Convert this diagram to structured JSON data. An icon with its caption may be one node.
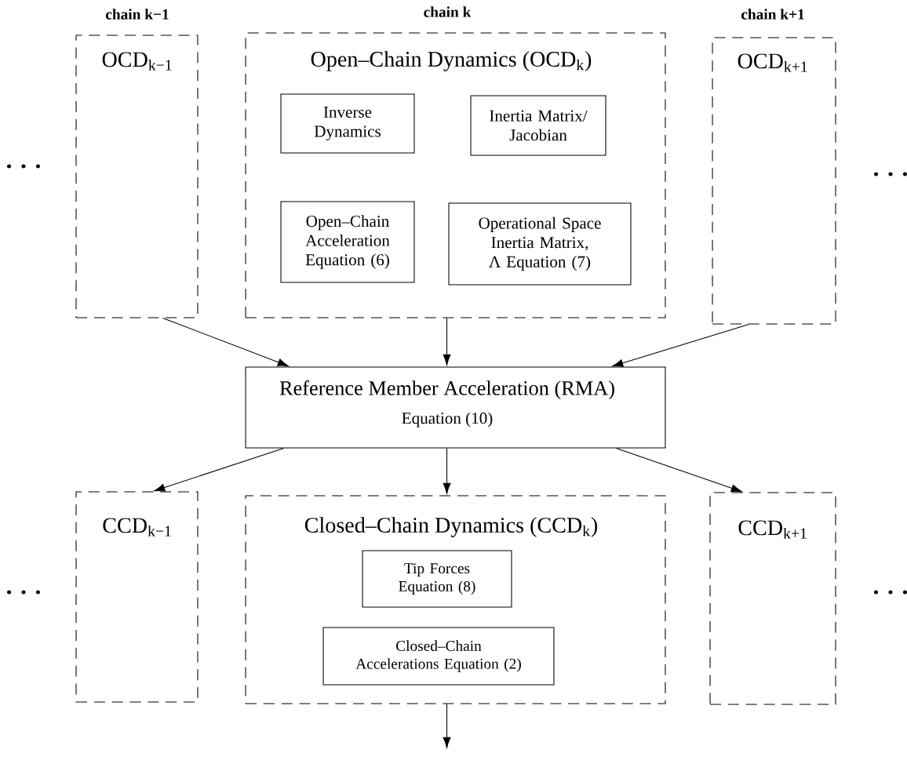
{
  "diagram": {
    "nodes": [
      {
        "text": [
          "chain k−1",
          "OCD$_{k−1}$"
        ]
      },
      {
        "text": [
          "chain k",
          "Open–Chain Dynamics (OCD$_{k}$)"
        ]
      },
      {
        "text": [
          "Inverse Dynamics"
        ],
        "in": 1
      },
      {
        "text": [
          "Inertia Matrix/ Jacobian"
        ],
        "in": 1
      },
      {
        "text": [
          "Open–Chain Acceleration Equation (6)"
        ],
        "in": 1
      },
      {
        "text": [
          "Operational Space Inertia Matrix, Λ Equation (7)"
        ],
        "in": 1
      },
      {
        "text": [
          "chain k+1",
          "OCD$_{k+1}$"
        ]
      },
      {
        "text": [
          "Reference Member Acceleration (RMA)",
          "Equation (10)"
        ]
      },
      {
        "text": [
          "CCD$_{k−1}$"
        ]
      },
      {
        "text": [
          "Closed–Chain Dynamics (CCD$_{k}$)"
        ]
      },
      {
        "text": [
          "Tip Forces Equation (8)"
        ],
        "in": 9
      },
      {
        "text": [
          "Closed–Chain Accelerations Equation (2)"
        ],
        "in": 9
      },
      {
        "text": [
          "CCD$_{k+1}$"
        ]
      }
    ],
    "edges": [
      {
        "from": 0,
        "to": 7,
        "arrow": "to"
      },
      {
        "from": 1,
        "to": 7,
        "arrow": "to"
      },
      {
        "from": 6,
        "to": 7,
        "arrow": "to"
      },
      {
        "from": 7,
        "to": 8,
        "arrow": "to"
      },
      {
        "from": 7,
        "to": 9,
        "arrow": "to"
      },
      {
        "from": 7,
        "to": 12,
        "arrow": "to"
      },
      {
        "from": 9,
        "to": null,
        "arrow": "to"
      }
    ],
    "labels": [
      ". . .",
      ". . .",
      ". . .",
      ". . ."
    ]
  }
}
